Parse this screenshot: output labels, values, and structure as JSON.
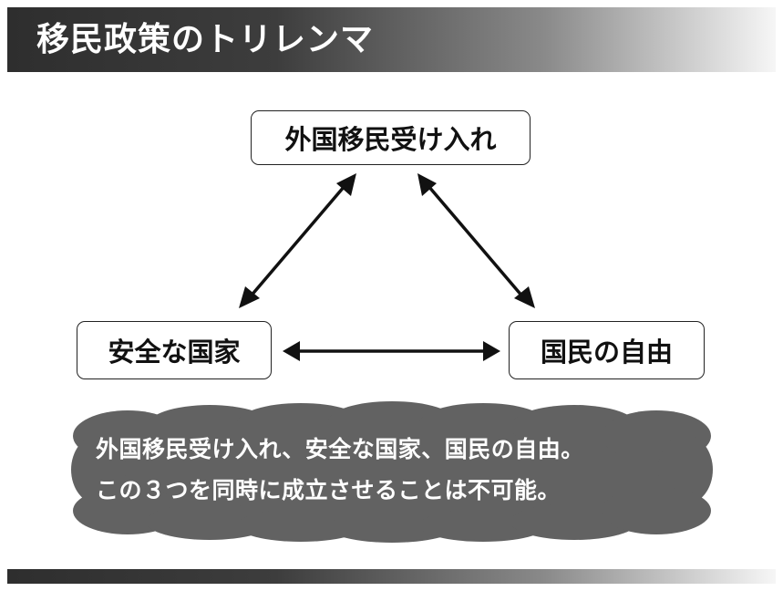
{
  "title": "移民政策のトリレンマ",
  "nodes": {
    "top": "外国移民受け入れ",
    "left": "安全な国家",
    "right": "国民の自由"
  },
  "conclusion": {
    "line1": "外国移民受け入れ、安全な国家、国民の自由。",
    "line2": "この３つを同時に成立させることは不可能。"
  },
  "colors": {
    "title_bar_dark": "#2e2e2e",
    "cloud_fill": "#626262",
    "text_light": "#ffffff",
    "node_text": "#111111"
  }
}
